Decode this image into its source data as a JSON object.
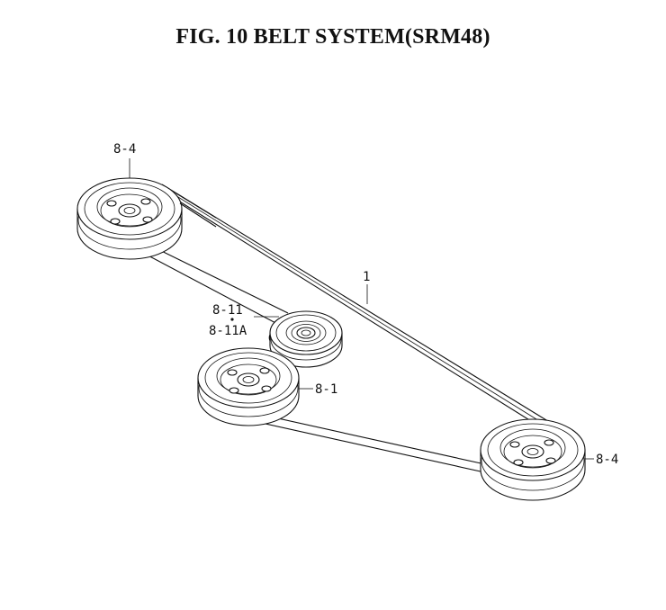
{
  "figure": {
    "title": "FIG. 10  BELT SYSTEM(SRM48)"
  },
  "callouts": {
    "pulley_top_left": "8-4",
    "belt": "1",
    "idler_1": "8-11",
    "idler_2": "8-11A",
    "drive_pulley": "8-1",
    "pulley_bottom_right": "8-4"
  }
}
